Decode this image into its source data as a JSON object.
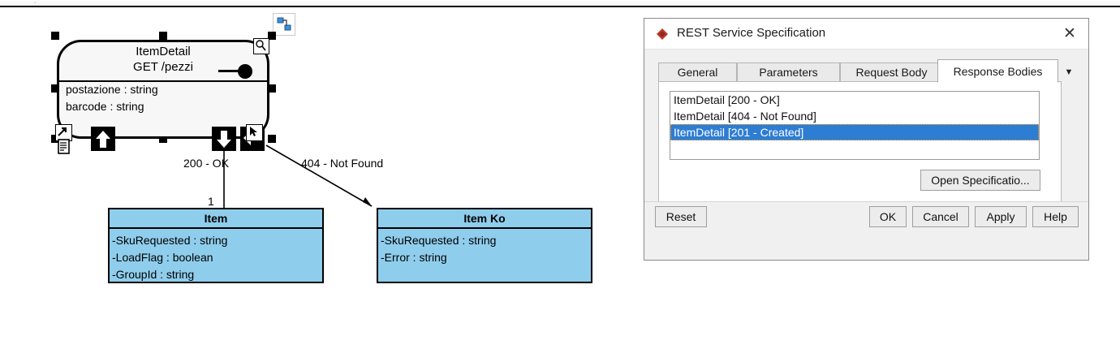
{
  "toolbar": {
    "ghost_label": "▫"
  },
  "canvas": {
    "quicklink_icon": "quick-linker-icon",
    "activity": {
      "title": "ItemDetail",
      "operation": "GET /pezzi",
      "attributes": [
        "postazione : string",
        "barcode : string"
      ],
      "ball_stick_icon": "provided-interface-icon",
      "magnifier_icon": "magnifier-icon",
      "pins": [
        {
          "name": "input-pin",
          "glyph": "arrow-up"
        },
        {
          "name": "output-pin-200",
          "glyph": "arrow-down"
        },
        {
          "name": "output-pin-404",
          "glyph": "arrow-left-return"
        }
      ],
      "cursor_badge_icon": "cursor-arrow-icon",
      "doc_badge_icon": "document-icon"
    },
    "connectors": [
      {
        "label": "200 - OK",
        "multiplicity": "1"
      },
      {
        "label": "404 - Not Found",
        "multiplicity": ""
      }
    ],
    "classes": [
      {
        "name": "Item",
        "attributes": [
          "-SkuRequested : string",
          "-LoadFlag : boolean",
          "-GroupId : string"
        ],
        "fill": "#8fcdec"
      },
      {
        "name": "Item Ko",
        "attributes": [
          "-SkuRequested : string",
          "-Error : string"
        ],
        "fill": "#8fcdec"
      }
    ]
  },
  "dialog": {
    "title": "REST Service Specification",
    "icon": "red-diamond-icon",
    "close_label": "✕",
    "tabs": [
      {
        "label": "General",
        "active": false
      },
      {
        "label": "Parameters",
        "active": false
      },
      {
        "label": "Request Body",
        "active": false
      },
      {
        "label": "Response Bodies",
        "active": true
      }
    ],
    "tab_overflow_label": "▼",
    "response_bodies": [
      {
        "label": "ItemDetail [200 - OK]",
        "selected": false
      },
      {
        "label": "ItemDetail [404 - Not Found]",
        "selected": false
      },
      {
        "label": "ItemDetail [201 - Created]",
        "selected": true
      }
    ],
    "open_spec_label": "Open Specificatio...",
    "buttons": {
      "reset": "Reset",
      "ok": "OK",
      "cancel": "Cancel",
      "apply": "Apply",
      "help": "Help"
    },
    "accent_selection": "#2d7dd2",
    "icon_color": "#c0392b"
  }
}
